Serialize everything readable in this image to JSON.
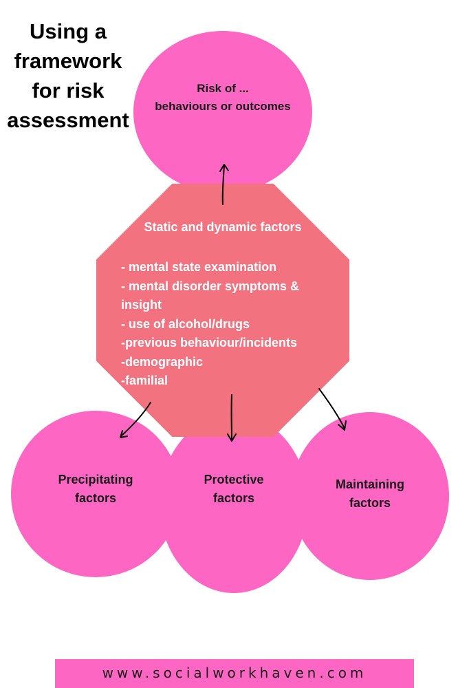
{
  "title": {
    "lines": [
      "Using a",
      "framework",
      "for risk",
      "assessment"
    ]
  },
  "risk_node": {
    "lines": [
      "Risk of ...",
      "behaviours or outcomes"
    ]
  },
  "factors_node": {
    "heading": "Static and dynamic factors",
    "items": [
      "- mental state examination",
      "- mental disorder symptoms &",
      "insight",
      "- use of alcohol/drugs",
      "-previous behaviour/incidents",
      "-demographic",
      "-familial"
    ]
  },
  "bottom_nodes": {
    "precipitating": [
      "Precipitating",
      "factors"
    ],
    "protective": [
      "Protective",
      "factors"
    ],
    "maintaining": [
      "Maintaining",
      "factors"
    ]
  },
  "footer": {
    "url": "www.socialworkhaven.com"
  },
  "colors": {
    "circle": "#fd66c3",
    "octagon": "#f2727f",
    "footer_bar": "#fd66c3",
    "octagon_text": "#ffffff"
  }
}
